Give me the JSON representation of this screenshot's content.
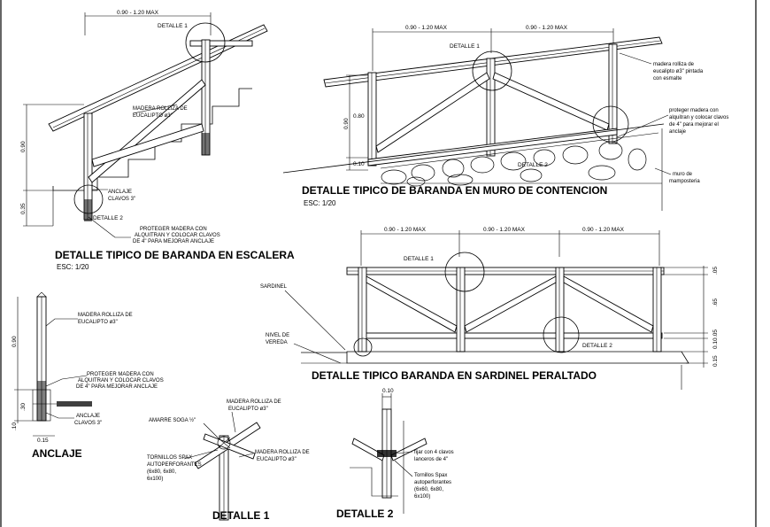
{
  "escalera": {
    "title": "DETALLE TIPICO DE BARANDA EN ESCALERA",
    "scale": "ESC: 1/20",
    "dim_top": "0.90 - 1.20 MAX",
    "dim_090": "0.90",
    "dim_035": "0.35",
    "detalle1": "DETALLE 1",
    "detalle2": "DETALLE 2",
    "madera_1": "MADERA ROLLIZA DE",
    "madera_2": "EUCALIPTO ø3\"",
    "anclaje_1": "ANCLAJE",
    "anclaje_2": "CLAVOS 3\"",
    "proteger_1": "PROTEGER MADERA CON",
    "proteger_2": "ALQUITRAN Y COLOCAR CLAVOS",
    "proteger_3": "DE 4\" PARA MEJORAR ANCLAJE"
  },
  "muro": {
    "title": "DETALLE TIPICO DE BARANDA EN MURO DE CONTENCION",
    "scale": "ESC: 1/20",
    "dim_a": "0.90 - 1.20 MAX",
    "dim_b": "0.90 - 1.20 MAX",
    "dim_090": "0.90",
    "dim_080": "0.80",
    "dim_010": "0.10",
    "detalle1": "DETALLE 1",
    "detalle2": "DETALLE 2",
    "madera_1": "madera rolliza de",
    "madera_2": "eucalipto ø3\" pintada",
    "madera_3": "con esmalte",
    "proteger_1": "proteger madera con",
    "proteger_2": "alquitran y colocar clavos",
    "proteger_3": "de 4\" para mejorar el",
    "proteger_4": "anclaje",
    "muro_1": "muro de",
    "muro_2": "mamposteria"
  },
  "sardinel": {
    "title": "DETALLE TIPICO BARANDA EN SARDINEL PERALTADO",
    "dim_a": "0.90 - 1.20 MAX",
    "dim_b": "0.90 - 1.20 MAX",
    "dim_c": "0.90 - 1.20 MAX",
    "dim_05": ".05",
    "dim_65": ".65",
    "dim_05b": ".05",
    "dim_010": "0.10",
    "dim_015": "0.15",
    "detalle1": "DETALLE 1",
    "detalle2": "DETALLE 2",
    "sardinel": "SARDINEL",
    "nivel_1": "NIVEL DE",
    "nivel_2": "VEREDA"
  },
  "anclaje": {
    "title": "ANCLAJE",
    "dim_090": "0.90",
    "dim_030": ".30",
    "dim_010": ".10",
    "dim_015": "0.15",
    "madera_1": "MADERA ROLLIZA DE",
    "madera_2": "EUCALIPTO ø3\"",
    "proteger_1": "PROTEGER MADERA CON",
    "proteger_2": "ALQUITRAN Y COLOCAR CLAVOS",
    "proteger_3": "DE 4\" PARA MEJORAR ANCLAJE",
    "anclaje_1": "ANCLAJE",
    "anclaje_2": "CLAVOS 3\""
  },
  "detalle1": {
    "title": "DETALLE 1",
    "amarre": "AMARRE SOGA ½\"",
    "madera_a1": "MADERA ROLLIZA DE",
    "madera_a2": "EUCALIPTO ø3\"",
    "madera_b1": "MADERA ROLLIZA DE",
    "madera_b2": "EUCALIPTO ø3\"",
    "torn_1": "TORNILLOS SPAX",
    "torn_2": "AUTOPERFORANTES",
    "torn_3": "(6x80, 6x80,",
    "torn_4": "6x100)"
  },
  "detalle2": {
    "title": "DETALLE 2",
    "dim_010": "0.10",
    "fijar_1": "fijar con 4 clavos",
    "fijar_2": "lanceros de 4\"",
    "torn_1": "Tornillos Spax",
    "torn_2": "autoperforantes",
    "torn_3": "(6x60, 6x80,",
    "torn_4": "6x100)"
  }
}
